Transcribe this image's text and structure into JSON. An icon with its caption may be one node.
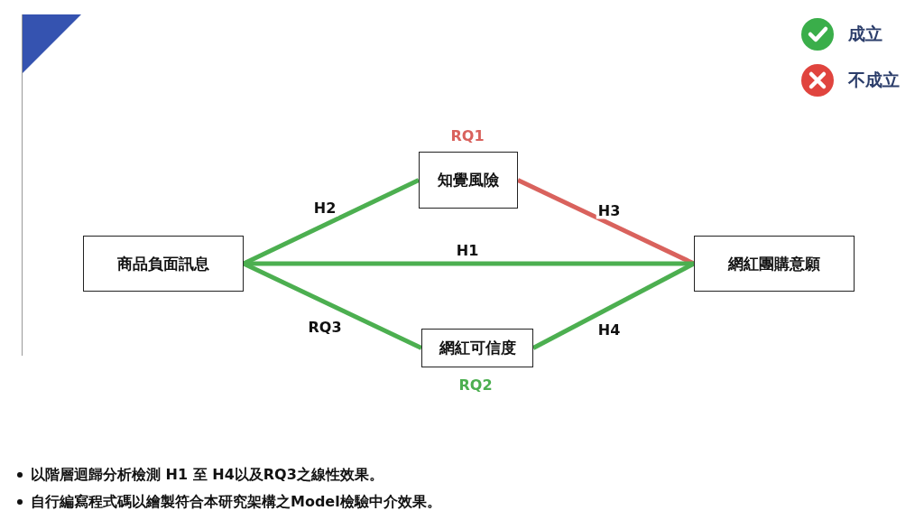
{
  "diagram": {
    "nodes": [
      {
        "text": [
          "商品負面訊息"
        ]
      },
      {
        "text": [
          "知覺風險"
        ],
        "beside": [
          "RQ1"
        ]
      },
      {
        "text": [
          "網紅可信度"
        ],
        "beside": [
          "RQ2"
        ]
      },
      {
        "text": [
          "網紅團購意願"
        ]
      }
    ],
    "edges": [
      {
        "from": 0,
        "to": 1,
        "arrow": "none",
        "label": "H2"
      },
      {
        "from": 1,
        "to": 3,
        "arrow": "none",
        "label": "H3",
        "color": "#d9625d"
      },
      {
        "from": 0,
        "to": 3,
        "arrow": "none",
        "label": "H1"
      },
      {
        "from": 0,
        "to": 2,
        "arrow": "none",
        "label": "RQ3"
      },
      {
        "from": 2,
        "to": 3,
        "arrow": "none",
        "label": "H4"
      }
    ],
    "labels": [
      "以階層迴歸分析檢測 H1 至 H4以及RQ3之線性效果。",
      "自行編寫程式碼以繪製符合本研究架構之Model檢驗中介效果。"
    ],
    "legend": [
      {
        "text": "成立"
      },
      {
        "text": "不成立"
      }
    ]
  }
}
